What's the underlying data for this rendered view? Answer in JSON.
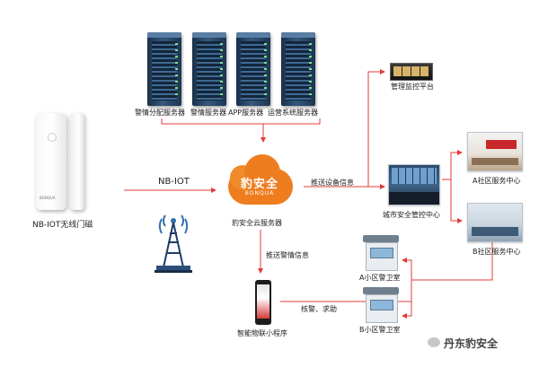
{
  "servers": {
    "labels": [
      "警情分配服务器",
      "警情服务器",
      "APP服务器",
      "运营系统服务器"
    ]
  },
  "device": {
    "label": "NB-IOT无线门磁",
    "brand_mark": "BONQUA"
  },
  "link": {
    "protocol": "NB-IOT"
  },
  "cloud": {
    "brand": "豹安全",
    "brand_en": "BONQUA",
    "label": "豹安全云服务器"
  },
  "flows": {
    "push_device_info": "推送设备信息",
    "push_alarm_info": "推送警情信息",
    "verify_help": "核警、求助"
  },
  "nodes": {
    "mgmt_platform": "管理监控平台",
    "city_center": "城市安全管控中心",
    "community_a": "A社区服务中心",
    "community_b": "B社区服务中心",
    "guard_a": "A小区警卫室",
    "guard_b": "B小区警卫室",
    "mini_program": "智能物联小程序"
  },
  "watermark": {
    "text": "丹东豹安全"
  },
  "colors": {
    "arrow": "#e23b3b",
    "cloud": "#ee7d1f",
    "server": "#2a4a6b"
  }
}
